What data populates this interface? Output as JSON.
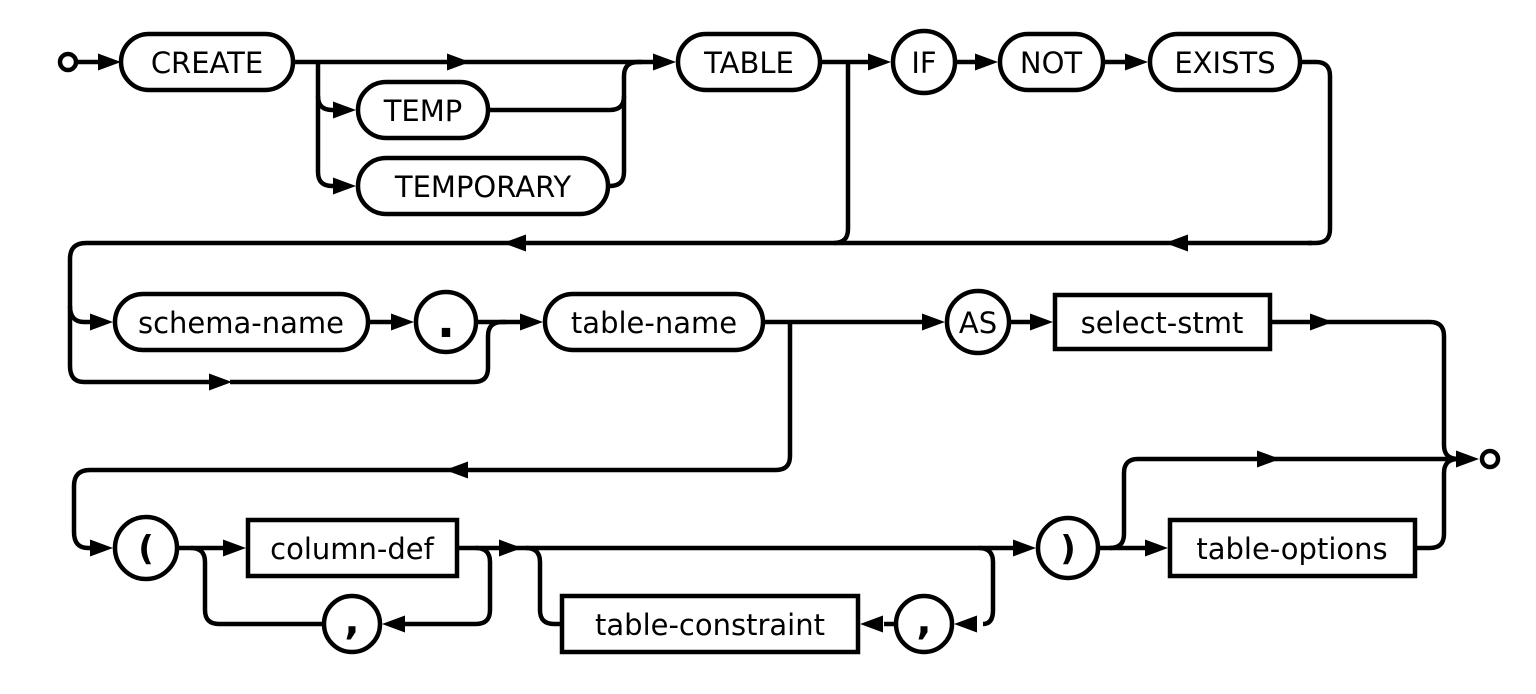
{
  "diagram": {
    "kind": "railroad-syntax-diagram",
    "colors": {
      "line": "#000000",
      "background": "#ffffff",
      "text": "#000000"
    },
    "nodes": {
      "create": "CREATE",
      "temp": "TEMP",
      "temporary": "TEMPORARY",
      "table": "TABLE",
      "if_kw": "IF",
      "not_kw": "NOT",
      "exists_kw": "EXISTS",
      "schema_name": "schema-name",
      "dot": ".",
      "table_name": "table-name",
      "as_kw": "AS",
      "select_stmt": "select-stmt",
      "open_paren": "(",
      "column_def": "column-def",
      "comma_column": ",",
      "table_constraint": "table-constraint",
      "comma_constraint": ",",
      "close_paren": ")",
      "table_options": "table-options"
    }
  }
}
